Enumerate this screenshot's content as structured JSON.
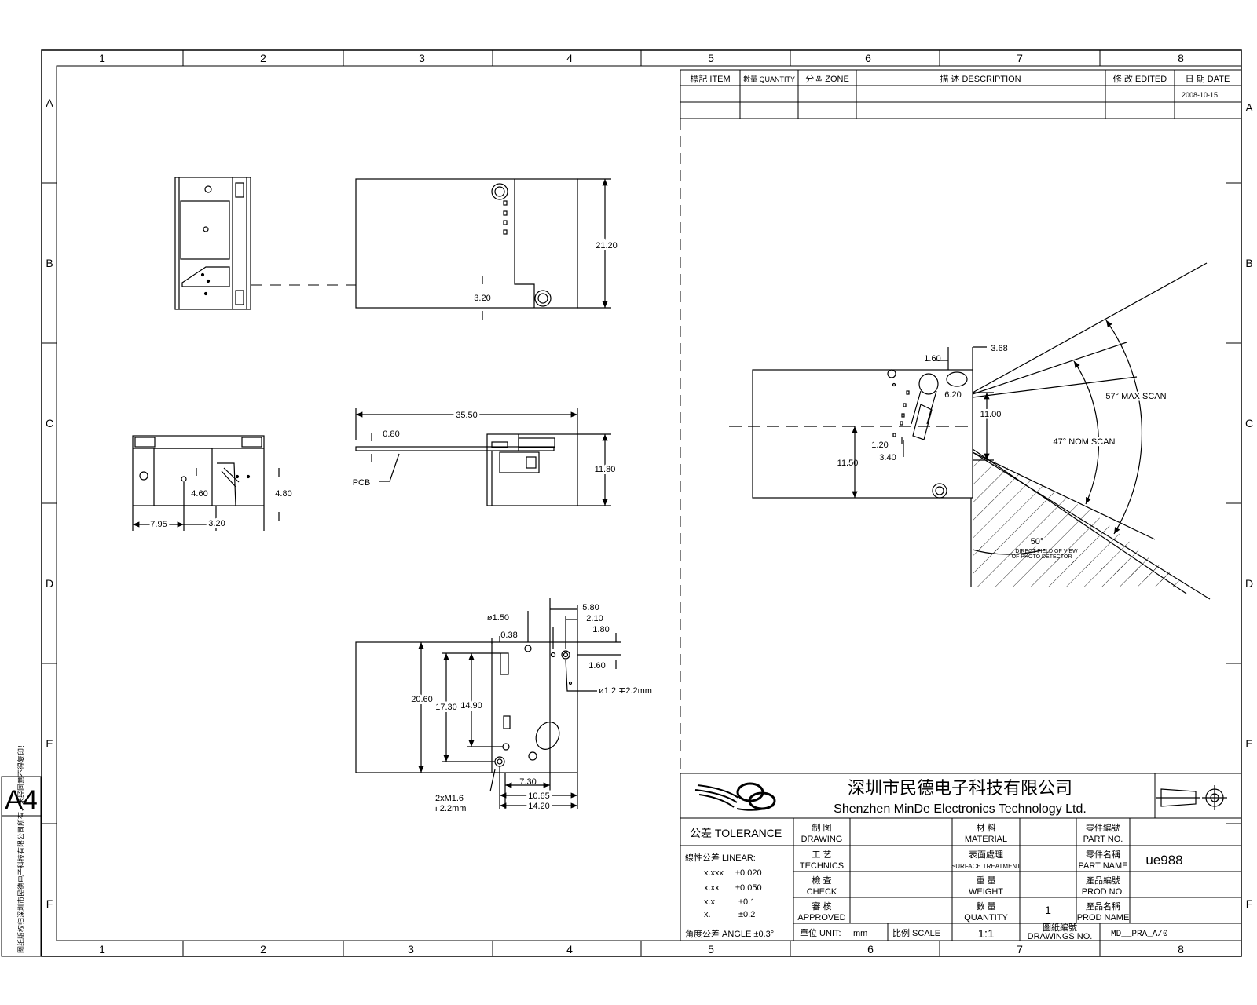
{
  "border": {
    "columns": [
      "1",
      "2",
      "3",
      "4",
      "5",
      "6",
      "7",
      "8"
    ],
    "rows": [
      "A",
      "B",
      "C",
      "D",
      "E",
      "F"
    ]
  },
  "sheet_size": "A4",
  "side_note": "图纸版权归深圳市民德电子科技有限公司所有，未经同意不得复印！",
  "revision_table": {
    "headers": [
      "標記 ITEM",
      "數量 QUANTITY",
      "分區 ZONE",
      "描  述    DESCRIPTION",
      "修 改 EDITED",
      "日 期 DATE"
    ],
    "row1_date": "2008-10-15"
  },
  "views": {
    "top_view": {
      "dim_height": "21.20",
      "dim_offset": "3.20"
    },
    "left_view": {
      "dim_a": "4.60",
      "dim_b": "4.80",
      "dim_c": "7.95",
      "dim_d": "3.20"
    },
    "side_view": {
      "dim_length": "35.50",
      "dim_pcb_thickness": "0.80",
      "dim_height": "11.80",
      "pcb_label": "PCB"
    },
    "bottom_view": {
      "dim_hole_dia": "ø1.50",
      "dim_038": "0.38",
      "dim_580": "5.80",
      "dim_210": "2.10",
      "dim_180": "1.80",
      "dim_160": "1.60",
      "dim_hole_spec": "ø1.2 ∓2.2mm",
      "dim_2060": "20.60",
      "dim_1730": "17.30",
      "dim_1490": "14.90",
      "dim_730": "7.30",
      "dim_1065": "10.65",
      "dim_1420": "14.20",
      "screw_line1": "2xM1.6",
      "screw_line2": "∓2.2mm"
    },
    "scan_view": {
      "dim_160": "1.60",
      "dim_368": "3.68",
      "dim_620": "6.20",
      "dim_1100": "11.00",
      "dim_120": "1.20",
      "dim_340": "3.40",
      "dim_1150": "11.50",
      "max_scan": "57° MAX SCAN",
      "nom_scan": "47° NOM SCAN",
      "fov_angle": "50°",
      "fov_line1": "DIRECT FIELD OF VIEW",
      "fov_line2": "OF PHOTO DETECTOR"
    }
  },
  "title_block": {
    "company_cn": "深圳市民德电子科技有限公司",
    "company_en": "Shenzhen MinDe Electronics Technology Ltd.",
    "tolerance_label": "公差 TOLERANCE",
    "linear_label": "線性公差 LINEAR:",
    "tolerances": [
      {
        "k": "x.xxx",
        "v": "±0.020"
      },
      {
        "k": "x.xx",
        "v": "±0.050"
      },
      {
        "k": "x.x",
        "v": "±0.1"
      },
      {
        "k": "x.",
        "v": "±0.2"
      }
    ],
    "angle_label": "角度公差 ANGLE ±0.3°",
    "drawing_cn": "制 图",
    "drawing_en": "DRAWING",
    "technics_cn": "工 艺",
    "technics_en": "TECHNICS",
    "check_cn": "檢 查",
    "check_en": "CHECK",
    "approved_cn": "審 核",
    "approved_en": "APPROVED",
    "material_cn": "材 料",
    "material_en": "MATERIAL",
    "surface_cn": "表面處理",
    "surface_en": "SURFACE TREATMENT",
    "weight_cn": "重 量",
    "weight_en": "WEIGHT",
    "quantity_cn": "數 量",
    "quantity_en": "QUANTITY",
    "quantity_value": "1",
    "part_no_cn": "零件編號",
    "part_no_en": "PART NO.",
    "part_name_cn": "零件名稱",
    "part_name_en": "PART NAME",
    "part_name_value": "ue988",
    "prod_no_cn": "產品編號",
    "prod_no_en": "PROD NO.",
    "prod_name_cn": "產品名稱",
    "prod_name_en": "PROD NAME",
    "unit_label": "單位 UNIT:",
    "unit_value": "mm",
    "scale_label": "比例 SCALE",
    "scale_value": "1:1",
    "drawings_no_cn": "圖紙編號",
    "drawings_no_en": "DRAWINGS NO.",
    "drawings_no_value": "MD__PRA_A/0"
  }
}
